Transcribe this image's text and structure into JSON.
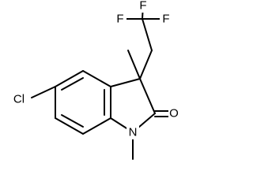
{
  "molecule": {
    "atoms": {
      "f1": "F",
      "f2": "F",
      "f3": "F",
      "cl": "Cl",
      "o": "O",
      "n": "N"
    }
  }
}
